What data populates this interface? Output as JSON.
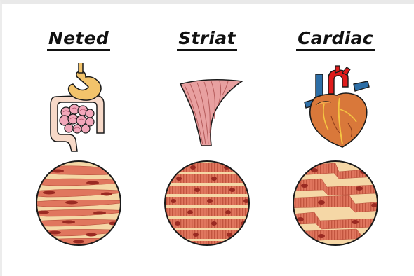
{
  "labels": {
    "smooth": "Neted",
    "striated": "Striat",
    "cardiac": "Cardiac"
  },
  "colors": {
    "stomach": "#f2c36b",
    "intestine": "#f2a7ba",
    "skeletal": "#e8a0a0",
    "heart_muscle": "#d9783a",
    "aorta": "#e01b1b",
    "vena": "#2d6ea6",
    "tissue_bg": "#f5d7a6",
    "fiber": "#e0765e",
    "nucleus": "#9a2a22",
    "outline": "#1a1a1a"
  }
}
